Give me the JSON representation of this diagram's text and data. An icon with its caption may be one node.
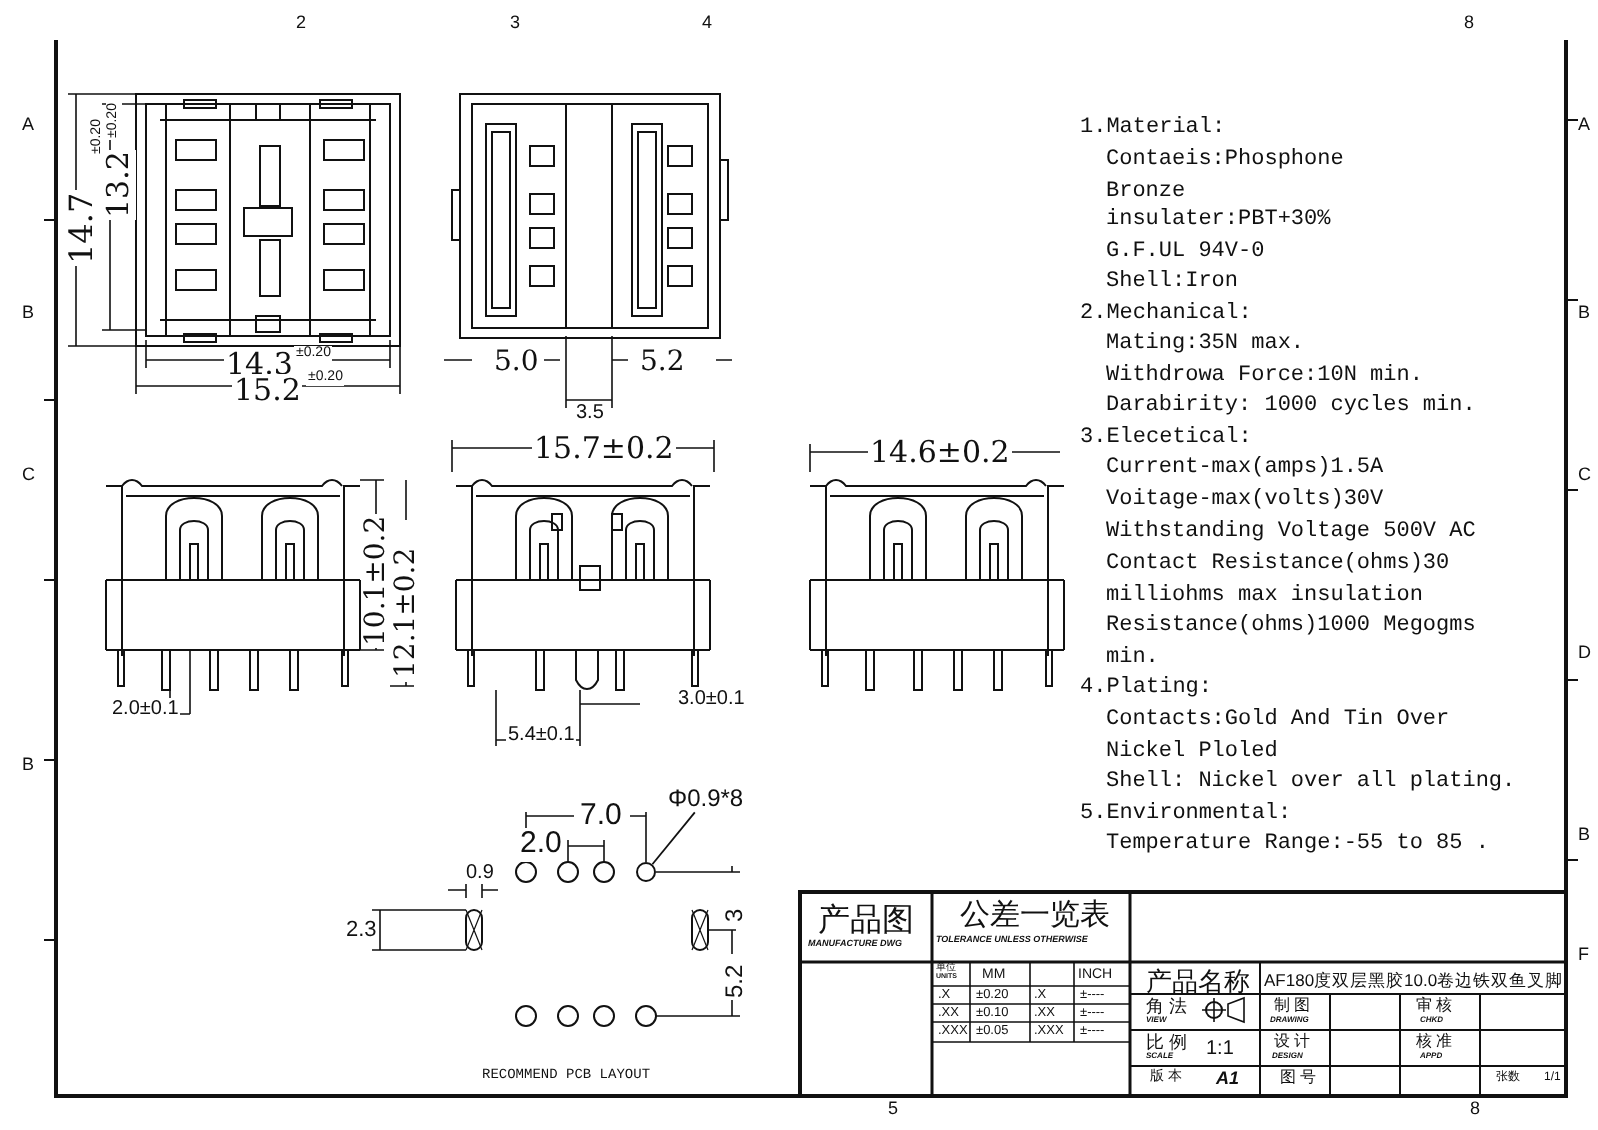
{
  "diagram": {
    "nodes": [
      {
        "text": [
          "Φ0.9*8"
        ]
      },
      {
        "text": [],
        "shape": "circle"
      }
    ],
    "edges": [
      {
        "from": 0,
        "to": 1,
        "arrow": "none"
      }
    ],
    "labels": [
      "14.7",
      "±0.20",
      "13.2",
      "±0.20",
      "14.3",
      "±0.20",
      "15.2",
      "±0.20",
      "5.0",
      "5.2",
      "3.5",
      "15.7±0.2",
      "14.6±0.2",
      "10.1±0.2",
      "12.1±0.2",
      "2.0±0.1",
      "3.0±0.1",
      "5.4±0.1",
      "7.0",
      "2.0",
      "0.9",
      "2.3",
      "3",
      "5.2",
      "RECOMMEND PCB LAYOUT",
      "1.Material:",
      "Contaeis:Phosphone Bronze",
      "insulater:PBT+30%",
      "G.F.UL 94V-0",
      "Shell:Iron",
      "2.Mechanical:",
      "Mating:35N max.",
      "Withdrowa Force:10N min.",
      "Darabirity: 1000 cycles min.",
      "3.Elecetical:",
      "Current-max(amps)1.5A",
      "Voitage-max(volts)30V",
      "Withstanding Voltage 500V AC",
      "Contact Resistance(ohms)30 milliohms max insulation Resistance(ohms)1000 Megogms min.",
      "4.Plating:",
      "Contacts:Gold And Tin Over Nickel Ploled",
      "Shell: Nickel over all plating.",
      "5.Environmental:",
      "Temperature Range:-55 to 85 .",
      "产品图",
      "MANUFACTURE DWG",
      "公差一览表",
      "TOLERANCE UNLESS OTHERWISE",
      "单位",
      "UNITS",
      "MM",
      "INCH",
      ".X",
      "±0.20",
      ".X",
      "±----",
      ".XX",
      "±0.10",
      ".XX",
      "±----",
      ".XXX",
      "±0.05",
      ".XXX",
      "±----",
      "产品名称",
      "AF180度双层黑胶10.0卷边铁双鱼叉脚",
      "角 法",
      "VIEW",
      "制 图",
      "DRAWING",
      "审 核",
      "CHKD",
      "比 例",
      "SCALE",
      "1:1",
      "设 计",
      "DESIGN",
      "核 准",
      "APPD",
      "版 本",
      "A1",
      "图 号",
      "张数",
      "1/1",
      "2",
      "3",
      "4",
      "8",
      "A",
      "B",
      "C",
      "B",
      "A",
      "B",
      "C",
      "D",
      "B",
      "F",
      "5",
      "8"
    ]
  }
}
